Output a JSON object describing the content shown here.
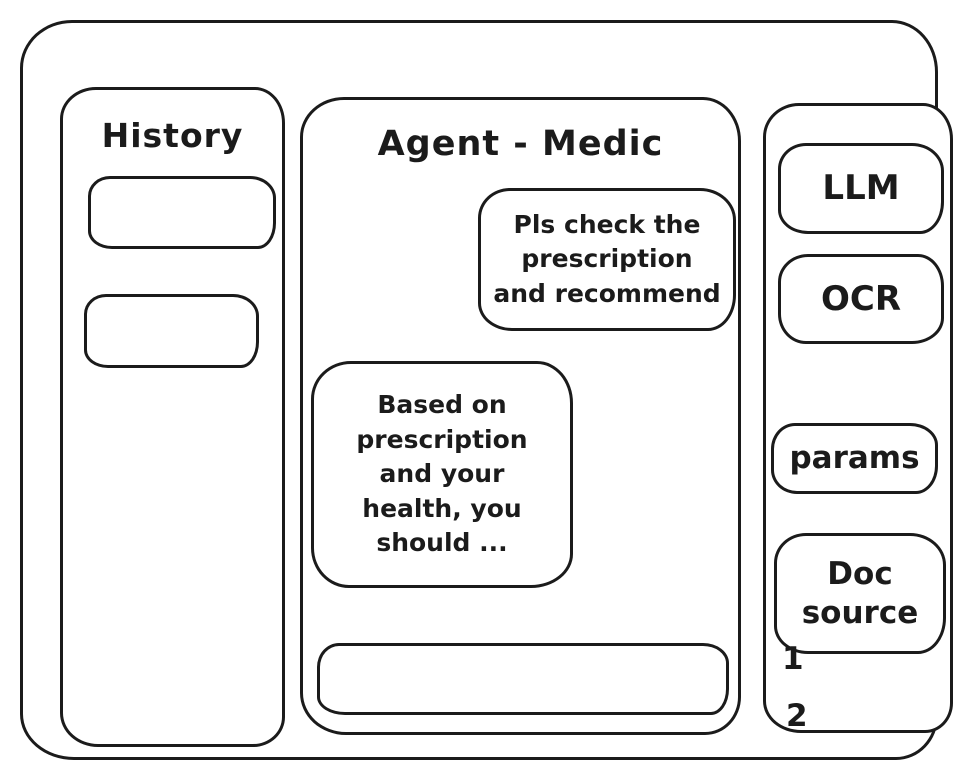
{
  "colors": {
    "ink": "#1b1b1b",
    "background": "#ffffff"
  },
  "history_panel": {
    "title": "History",
    "items": [
      {
        "label": ""
      },
      {
        "label": ""
      }
    ]
  },
  "chat_panel": {
    "title": "Agent - Medic",
    "messages": [
      {
        "role": "user",
        "text": "Pls check the\nprescription\nand recommend"
      },
      {
        "role": "assistant",
        "text": "Based on\nprescription\nand your\nhealth, you\nshould ..."
      }
    ],
    "input": {
      "value": "",
      "placeholder": ""
    }
  },
  "tools_panel": {
    "llm_button": "LLM",
    "ocr_button": "OCR",
    "params_button": "params",
    "doc_source_button": "Doc source",
    "doc_source_items": [
      "1",
      "2"
    ]
  }
}
